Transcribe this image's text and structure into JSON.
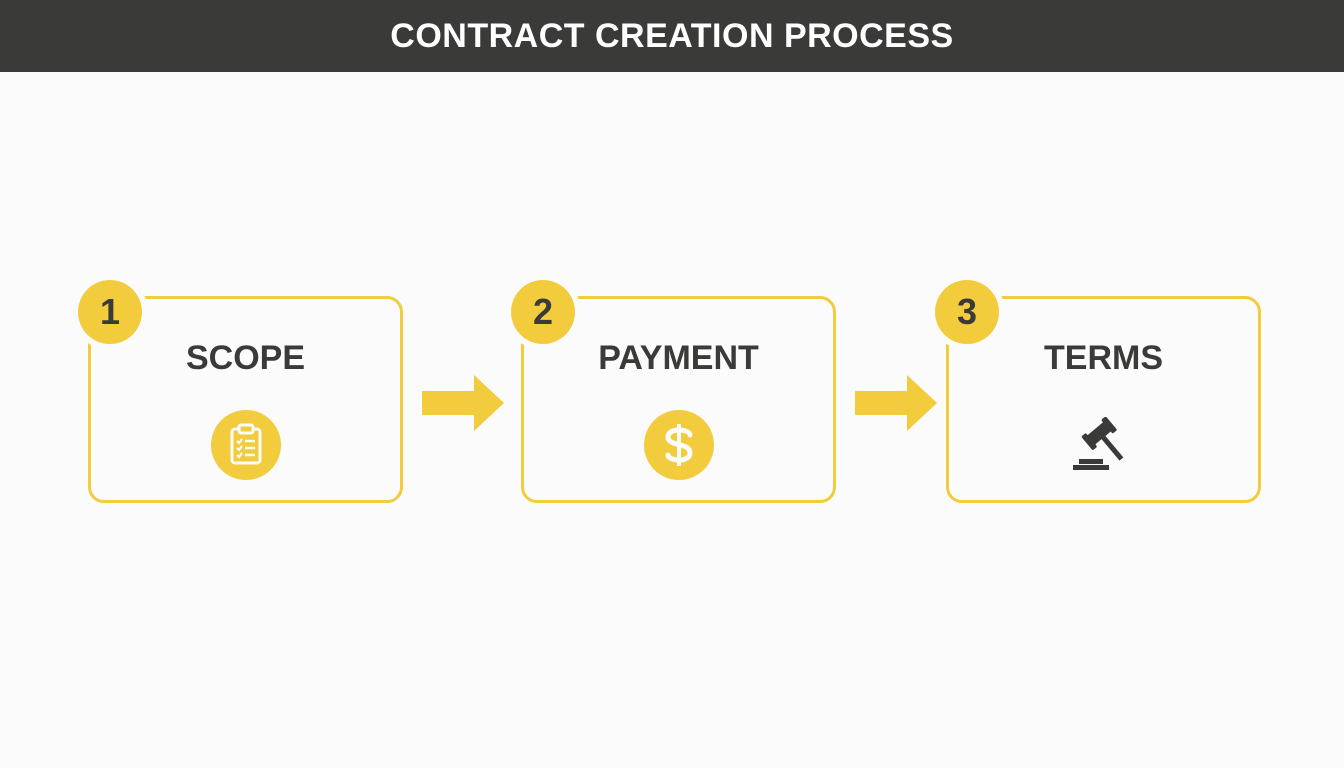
{
  "header": {
    "title": "CONTRACT CREATION PROCESS"
  },
  "steps": [
    {
      "number": "1",
      "label": "SCOPE",
      "icon": "clipboard-checklist-icon"
    },
    {
      "number": "2",
      "label": "PAYMENT",
      "icon": "dollar-icon"
    },
    {
      "number": "3",
      "label": "TERMS",
      "icon": "gavel-icon"
    }
  ],
  "colors": {
    "accent": "#f2cc3d",
    "dark": "#3a3a39",
    "background": "#fbfbfb"
  }
}
